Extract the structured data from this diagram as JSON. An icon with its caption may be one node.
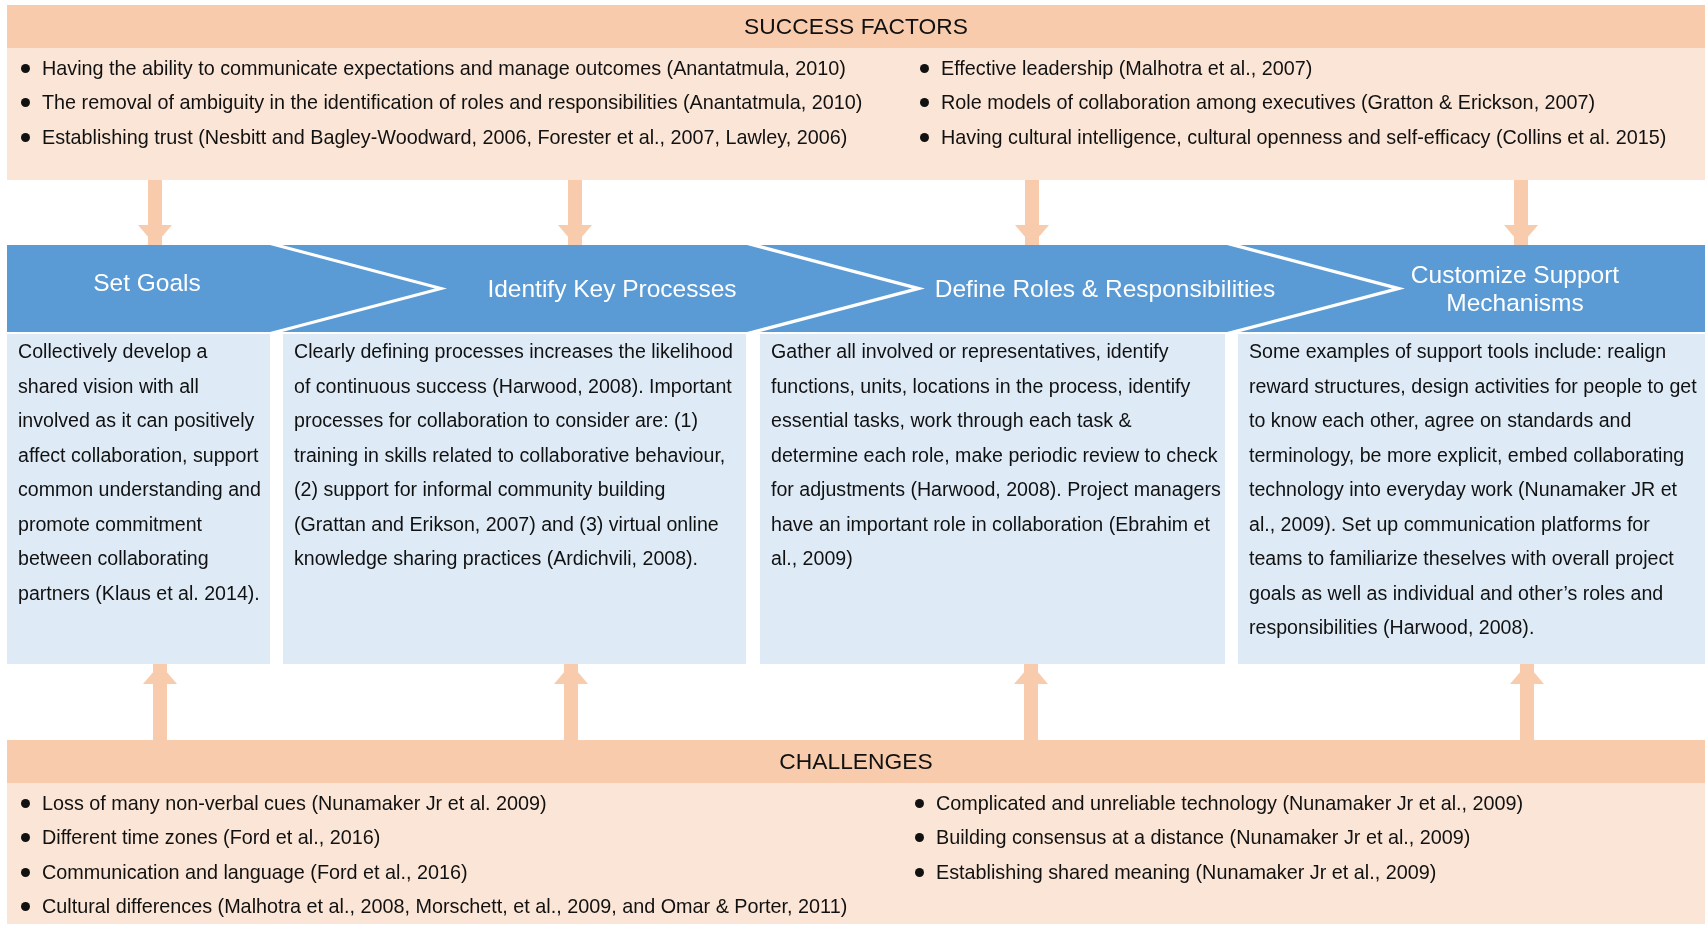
{
  "diagram": {
    "nodes": [
      {
        "text": [
          "SUCCESS FACTORS",
          "Having the ability to communicate expectations and manage outcomes (Anantatmula, 2010)",
          "The removal of ambiguity in the identification of roles and responsibilities (Anantatmula, 2010)",
          "Establishing trust (Nesbitt and Bagley-Woodward, 2006, Forester et al., 2007, Lawley, 2006)",
          "Effective leadership (Malhotra et al., 2007)",
          "Role models of collaboration among executives (Gratton & Erickson, 2007)",
          "Having cultural intelligence, cultural openness and self-efficacy (Collins et al. 2015)"
        ]
      },
      {
        "text": [
          "Set Goals"
        ]
      },
      {
        "text": [
          "Identify Key Processes"
        ]
      },
      {
        "text": [
          "Define Roles & Responsibilities"
        ]
      },
      {
        "text": [
          "Customize Support Mechanisms"
        ]
      },
      {
        "text": [
          "Collectively develop a shared vision with all involved as it can positively affect collaboration, support common understanding and promote commitment between collaborating partners (Klaus et al. 2014)."
        ]
      },
      {
        "text": [
          "Clearly defining processes increases the likelihood of continuous success (Harwood, 2008). Important processes for collaboration to consider are: (1) training in skills related to collaborative behaviour, (2) support for informal community building (Grattan and Erikson, 2007) and (3) virtual online knowledge sharing practices (Ardichvili, 2008)."
        ]
      },
      {
        "text": [
          "Gather all involved or representatives, identify functions, units, locations in the process, identify essential tasks, work through each task & determine each role, make periodic review to check for adjustments (Harwood, 2008). Project managers have an important role in collaboration (Ebrahim et al., 2009)"
        ]
      },
      {
        "text": [
          "Some examples of support tools include: realign reward structures, design activities for people to get to know each other, agree on standards and terminology, be more explicit, embed collaborating technology into everyday work (Nunamaker JR et al., 2009). Set up communication platforms for teams to familiarize theselves with overall project goals as well as individual and other’s roles and responsibilities (Harwood, 2008)."
        ]
      },
      {
        "text": [
          "CHALLENGES",
          "Loss of many non-verbal cues (Nunamaker Jr et al. 2009)",
          "Different time zones (Ford et al., 2016)",
          "Communication and language (Ford et al., 2016)",
          "Cultural differences (Malhotra et al., 2008, Morschett, et al., 2009, and Omar & Porter, 2011)",
          "Complicated and unreliable technology (Nunamaker Jr et al., 2009)",
          "Building consensus at a distance (Nunamaker Jr et al., 2009)",
          "Establishing shared meaning (Nunamaker Jr et al., 2009)"
        ]
      }
    ],
    "edges": [
      {
        "from": 0,
        "to": 1,
        "arrow": "to"
      },
      {
        "from": 0,
        "to": 2,
        "arrow": "to"
      },
      {
        "from": 0,
        "to": 3,
        "arrow": "to"
      },
      {
        "from": 0,
        "to": 4,
        "arrow": "to"
      },
      {
        "from": 9,
        "to": 5,
        "arrow": "to"
      },
      {
        "from": 9,
        "to": 6,
        "arrow": "to"
      },
      {
        "from": 9,
        "to": 7,
        "arrow": "to"
      },
      {
        "from": 9,
        "to": 8,
        "arrow": "to"
      }
    ]
  }
}
